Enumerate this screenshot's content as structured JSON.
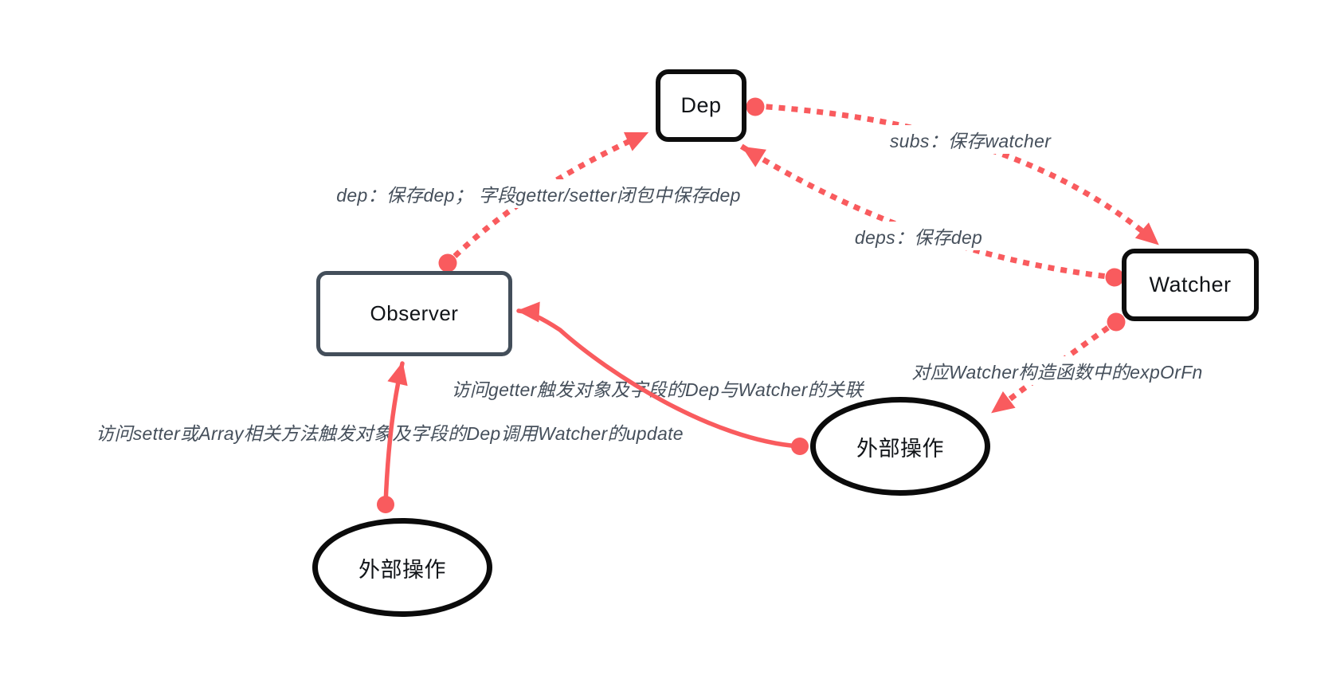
{
  "diagram": {
    "background": "#ffffff",
    "colors": {
      "arrow_red": "#F95B5E",
      "node_border_black": "#0d0d0d",
      "observer_border": "#434E5A",
      "label_text": "#454F5B",
      "node_text": "#111418"
    },
    "nodes": {
      "dep": {
        "label": "Dep",
        "shape": "rect"
      },
      "watcher": {
        "label": "Watcher",
        "shape": "rect"
      },
      "observer": {
        "label": "Observer",
        "shape": "rect"
      },
      "external_right": {
        "label": "外部操作",
        "shape": "ellipse"
      },
      "external_left": {
        "label": "外部操作",
        "shape": "ellipse"
      }
    },
    "edges": [
      {
        "from": "observer",
        "to": "dep",
        "style": "dotted",
        "label": "dep：保存dep； 字段getter/setter闭包中保存dep"
      },
      {
        "from": "dep",
        "to": "watcher",
        "style": "dotted",
        "label": "subs：保存watcher"
      },
      {
        "from": "watcher",
        "to": "dep",
        "style": "dotted",
        "label": "deps：保存dep"
      },
      {
        "from": "watcher",
        "to": "external_right",
        "style": "dotted",
        "label": "对应Watcher构造函数中的expOrFn"
      },
      {
        "from": "external_right",
        "to": "observer",
        "style": "solid",
        "label": "访问getter触发对象及字段的Dep与Watcher的关联"
      },
      {
        "from": "external_left",
        "to": "observer",
        "style": "solid",
        "label": "访问setter或Array相关方法触发对象及字段的Dep调用Watcher的update"
      }
    ]
  }
}
